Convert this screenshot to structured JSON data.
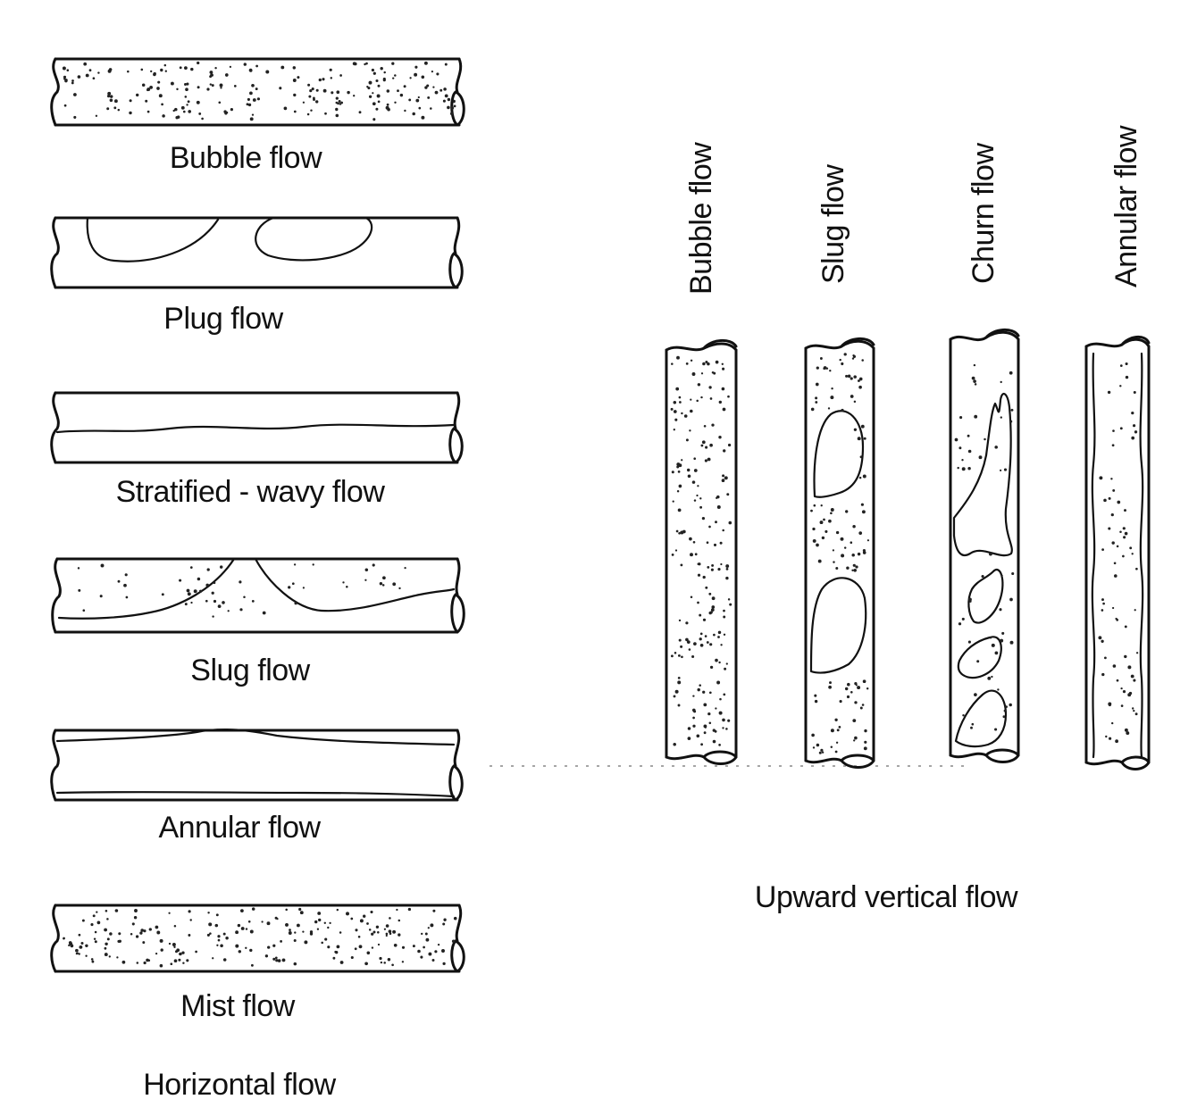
{
  "horizontal": {
    "title": "Horizontal flow",
    "regimes": [
      {
        "key": "bubble",
        "label": "Bubble flow"
      },
      {
        "key": "plug",
        "label": "Plug flow"
      },
      {
        "key": "stratified_wavy",
        "label": "Stratified - wavy flow"
      },
      {
        "key": "slug",
        "label": "Slug flow"
      },
      {
        "key": "annular",
        "label": "Annular flow"
      },
      {
        "key": "mist",
        "label": "Mist flow"
      }
    ]
  },
  "vertical": {
    "title": "Upward vertical flow",
    "regimes": [
      {
        "key": "bubble",
        "label": "Bubble flow"
      },
      {
        "key": "slug",
        "label": "Slug flow"
      },
      {
        "key": "churn",
        "label": "Churn flow"
      },
      {
        "key": "annular",
        "label": "Annular flow"
      }
    ]
  }
}
